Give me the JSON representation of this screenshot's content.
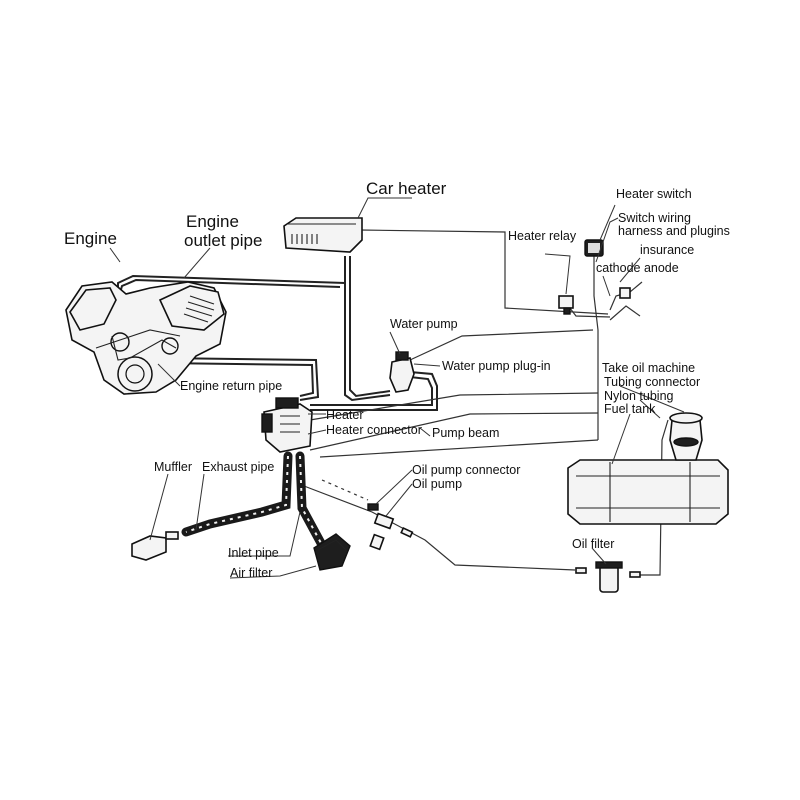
{
  "diagram": {
    "labels": {
      "engine": "Engine",
      "engine_outlet_pipe_1": "Engine",
      "engine_outlet_pipe_2": "outlet pipe",
      "car_heater": "Car heater",
      "heater_switch": "Heater switch",
      "switch_wiring_1": "Switch wiring",
      "switch_wiring_2": "harness and plugins",
      "heater_relay": "Heater relay",
      "insurance": "insurance",
      "cathode_anode": "cathode anode",
      "water_pump": "Water pump",
      "water_pump_plug_in": "Water pump plug-in",
      "take_oil_machine": "Take oil machine",
      "tubing_connector": "Tubing connector",
      "nylon_tubing": "Nylon tubing",
      "fuel_tank": "Fuel tank",
      "engine_return_pipe": "Engine return pipe",
      "heater": "Heater",
      "heater_connector": "Heater connector",
      "pump_beam": "Pump beam",
      "muffler": "Muffler",
      "exhaust_pipe": "Exhaust pipe",
      "oil_pump_connector": "Oil pump connector",
      "oil_pump": "Oil pump",
      "inlet_pipe": "Inlet pipe",
      "air_filter": "Air filter",
      "oil_filter": "Oil filter"
    },
    "parts": [
      "engine",
      "car-heater",
      "heater-switch",
      "heater-relay",
      "fuse",
      "water-pump",
      "heater-unit",
      "muffler",
      "air-filter",
      "oil-pump",
      "oil-filter",
      "fuel-tank"
    ]
  }
}
